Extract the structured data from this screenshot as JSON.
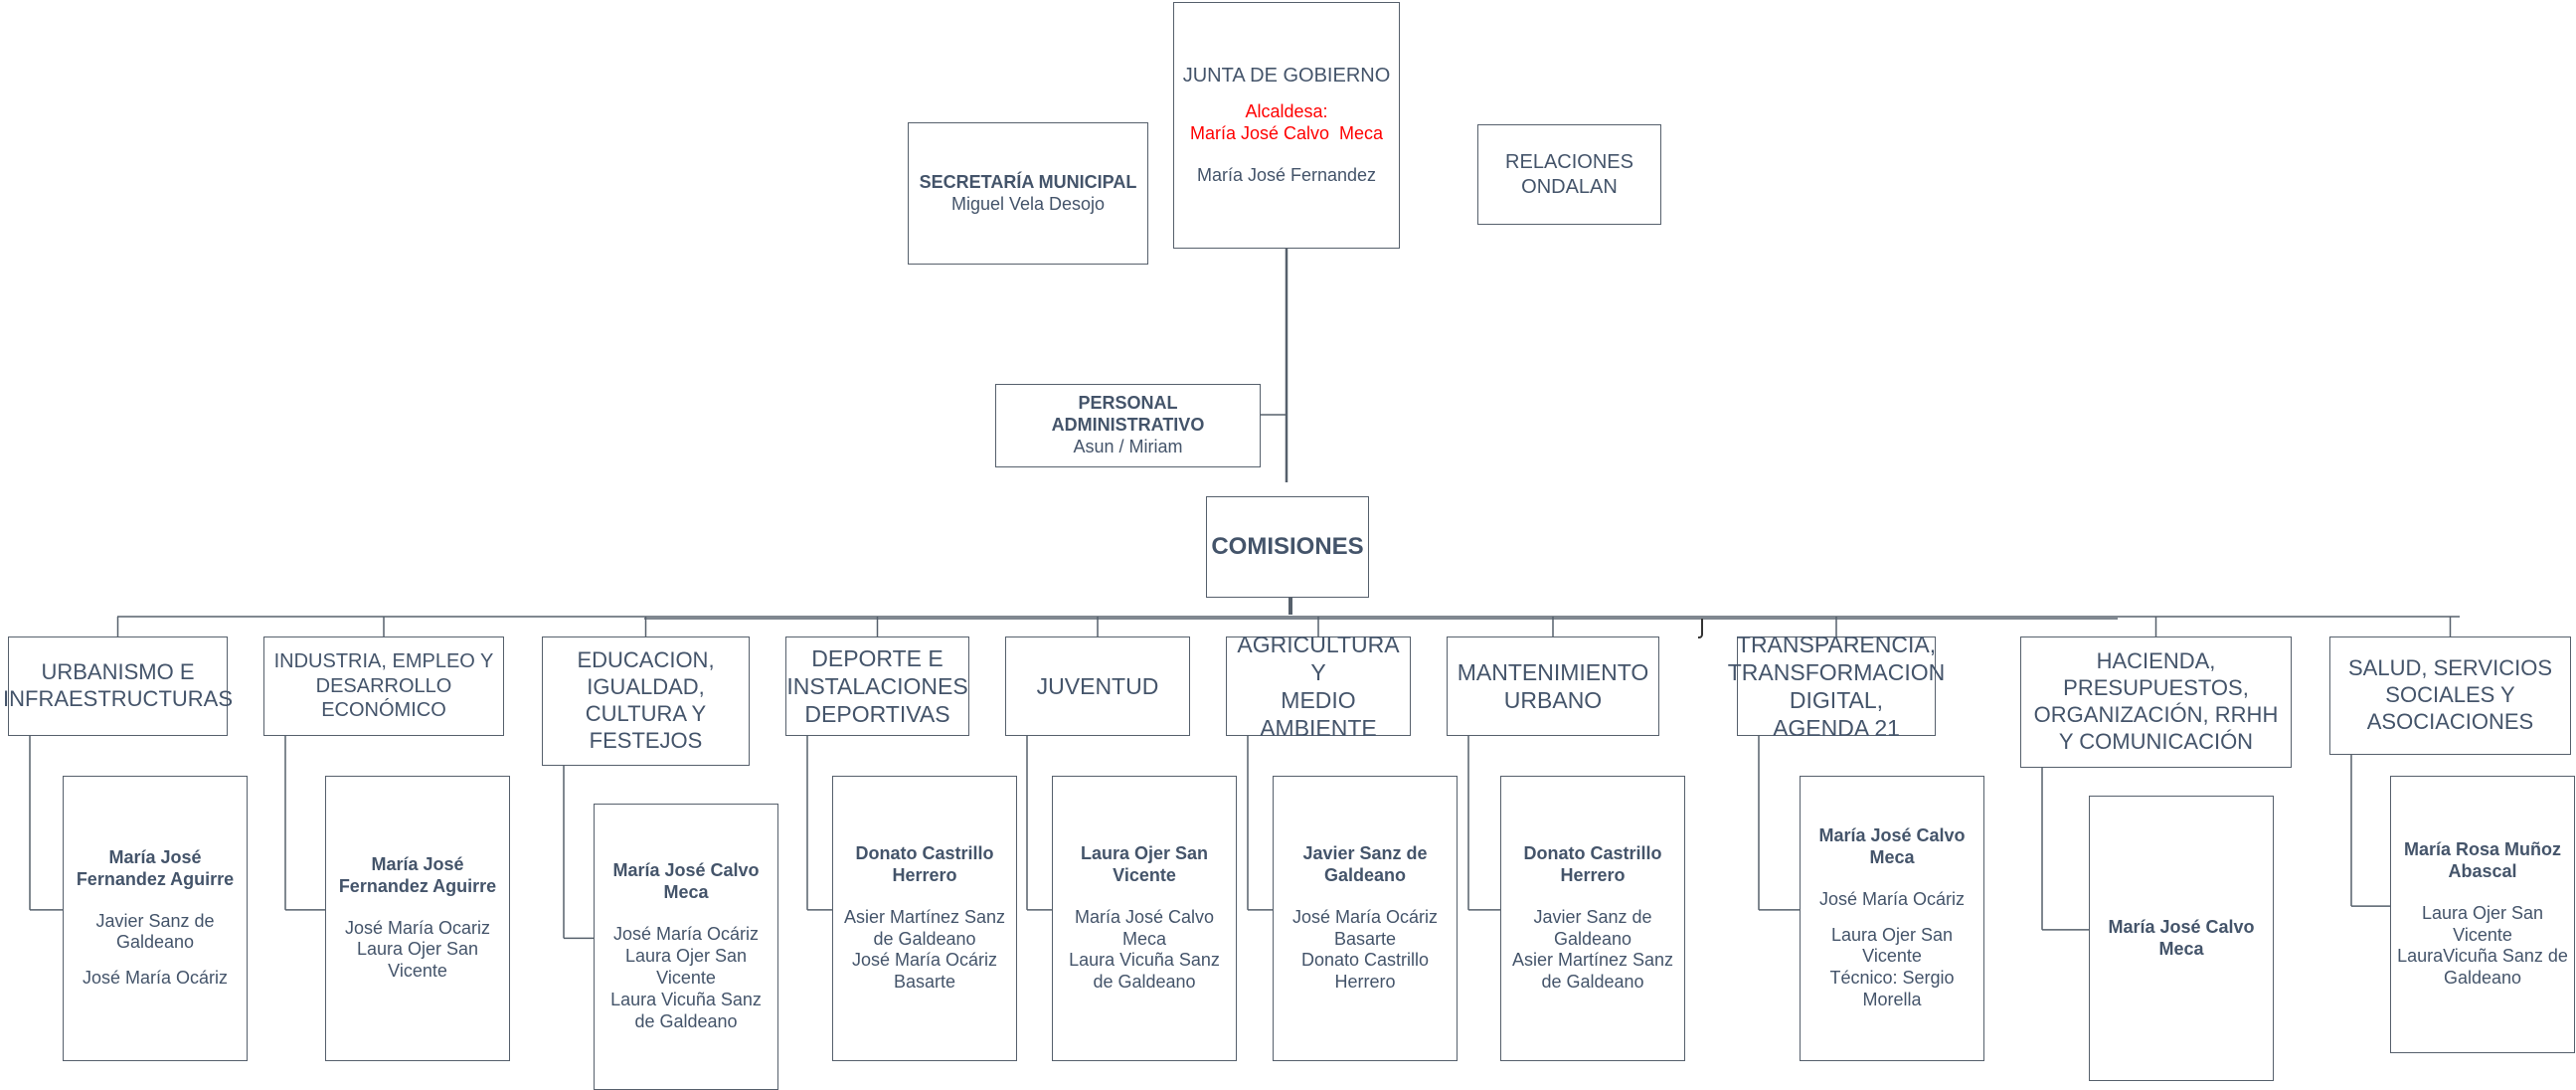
{
  "junta": {
    "title": "JUNTA DE GOBIERNO",
    "role": "Alcaldesa:",
    "mayor": "María José Calvo  Meca",
    "member": "María José Fernandez"
  },
  "secretaria": {
    "title": "SECRETARÍA MUNICIPAL",
    "name": "Miguel Vela Desojo"
  },
  "relaciones": {
    "line1": "RELACIONES",
    "line2": "ONDALAN"
  },
  "personal": {
    "title": "PERSONAL ADMINISTRATIVO",
    "names": "Asun / Miriam"
  },
  "comisiones": {
    "title": "COMISIONES"
  },
  "areas": [
    {
      "lines": [
        "URBANISMO E",
        "INFRAESTRUCTURAS"
      ],
      "lead": [
        "María José",
        "Fernandez Aguirre"
      ],
      "members": [
        [
          "Javier Sanz de",
          "Galdeano"
        ],
        [
          "José María Ocáriz"
        ]
      ]
    },
    {
      "lines": [
        "INDUSTRIA, EMPLEO Y",
        "DESARROLLO",
        "ECONÓMICO"
      ],
      "lead": [
        "María José",
        "Fernandez Aguirre"
      ],
      "members": [
        [
          "José María Ocariz",
          "Laura Ojer San",
          "Vicente"
        ]
      ]
    },
    {
      "lines": [
        "EDUCACION,",
        "IGUALDAD,",
        "CULTURA Y",
        "FESTEJOS"
      ],
      "lead": [
        "María José Calvo",
        "Meca"
      ],
      "members": [
        [
          "José María Ocáriz",
          "Laura Ojer San",
          "Vicente",
          "Laura Vicuña Sanz",
          "de Galdeano"
        ]
      ]
    },
    {
      "lines": [
        "DEPORTE E",
        "INSTALACIONES",
        "DEPORTIVAS"
      ],
      "lead": [
        "Donato Castrillo",
        "Herrero"
      ],
      "members": [
        [
          "Asier Martínez Sanz",
          "de Galdeano",
          "José María Ocáriz",
          "Basarte"
        ]
      ]
    },
    {
      "lines": [
        "JUVENTUD"
      ],
      "lead": [
        "Laura Ojer San",
        "Vicente"
      ],
      "members": [
        [
          "María José Calvo",
          "Meca",
          "Laura Vicuña Sanz",
          "de Galdeano"
        ]
      ]
    },
    {
      "lines": [
        "AGRICULTURA Y",
        "MEDIO",
        "AMBIENTE"
      ],
      "lead": [
        "Javier Sanz de",
        "Galdeano"
      ],
      "members": [
        [
          "José María Ocáriz",
          "Basarte",
          "Donato Castrillo",
          "Herrero"
        ]
      ]
    },
    {
      "lines": [
        "MANTENIMIENTO",
        "URBANO"
      ],
      "lead": [
        "Donato Castrillo",
        "Herrero"
      ],
      "members": [
        [
          "Javier Sanz de",
          "Galdeano",
          "Asier Martínez Sanz",
          "de Galdeano"
        ]
      ]
    },
    {
      "lines": [
        "TRANSPARENCIA,",
        "TRANSFORMACION",
        "DIGITAL, AGENDA 21"
      ],
      "lead": [
        "María José Calvo",
        "Meca"
      ],
      "members": [
        [
          "José María Ocáriz"
        ],
        [
          "Laura Ojer San",
          "Vicente",
          "Técnico: Sergio",
          "Morella"
        ]
      ]
    },
    {
      "lines": [
        "HACIENDA,",
        "PRESUPUESTOS,",
        "ORGANIZACIÓN, RRHH",
        "Y COMUNICACIÓN"
      ],
      "lead": [
        "María José Calvo",
        "Meca"
      ],
      "members": []
    },
    {
      "lines": [
        "SALUD, SERVICIOS",
        "SOCIALES Y",
        "ASOCIACIONES"
      ],
      "lead": [
        "María Rosa Muñoz",
        "Abascal"
      ],
      "members": [
        [
          "Laura Ojer San",
          "Vicente",
          "LauraVicuña Sanz de",
          "Galdeano"
        ]
      ]
    }
  ],
  "colors": {
    "line": "#56606c",
    "text": "#44546a",
    "mayor": "#ff0000"
  }
}
